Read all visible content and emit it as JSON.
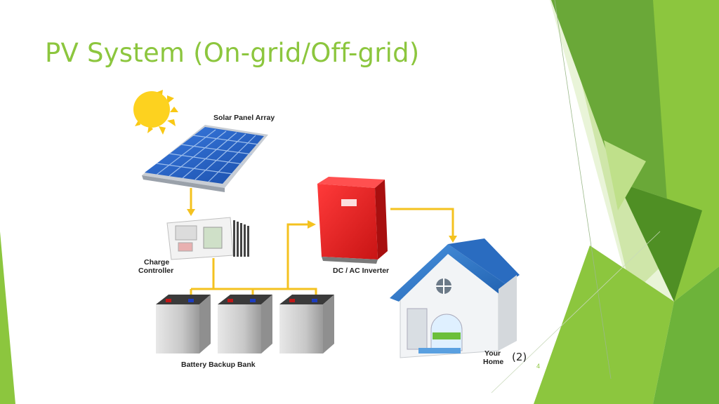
{
  "slide": {
    "title": "PV System (On-grid/Off-grid)",
    "reference": "(2)",
    "page_number": "4"
  },
  "diagram": {
    "labels": {
      "solar_panel": "Solar Panel Array",
      "charge_controller_line1": "Charge",
      "charge_controller_line2": "Controller",
      "inverter": "DC / AC Inverter",
      "battery_bank": "Battery Backup Bank",
      "home_line1": "Your",
      "home_line2": "Home"
    }
  },
  "colors": {
    "title": "#8cc63e",
    "arrow": "#f4c21f",
    "panel": "#2560c8",
    "inverter": "#e02020",
    "roof": "#2f78c8",
    "decor_green_dark": "#5f9e2e",
    "decor_green_light": "#a8d26a"
  }
}
